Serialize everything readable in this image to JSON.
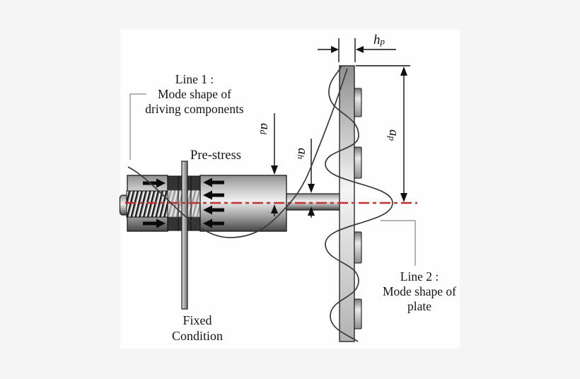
{
  "labels": {
    "line1": {
      "l1": "Line 1 :",
      "l2": "Mode shape of",
      "l3": "driving components"
    },
    "line2": {
      "l1": "Line 2 :",
      "l2": "Mode shape of",
      "l3": "plate"
    },
    "prestress": "Pre-stress",
    "fixed": {
      "l1": "Fixed",
      "l2": "Condition"
    }
  },
  "dims": {
    "hp": {
      "main": "h",
      "sub": "p"
    },
    "ad": {
      "main": "a",
      "sub": "d"
    },
    "ah": {
      "main": "a",
      "sub": "h"
    },
    "ap": {
      "main": "a",
      "sub": "p"
    }
  },
  "colors": {
    "centerline": "#c23030",
    "curve": "#3a3a3a",
    "leader": "#9b9b9b",
    "dimension": "#111111"
  }
}
